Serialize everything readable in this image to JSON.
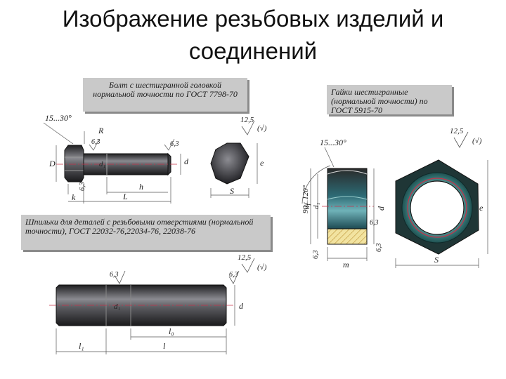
{
  "title": "Изображение резьбовых изделий и соединений",
  "captions": {
    "bolt": "Болт с шестигранной головкой нормальной точности по ГОСТ 7798-70",
    "nut": "Гайки шестигранные (нормальной точности) по ГОСТ 5915-70",
    "stud": "Шпильки для деталей с резьбовыми отверстиями (нормальной точности), ГОСТ 22032-76,22034-76, 22038-76"
  },
  "labels": {
    "bolt_angle": "15...30°",
    "bolt_R": "R",
    "bolt_63a": "6,3",
    "bolt_63b": "6,3",
    "bolt_D": "D",
    "bolt_d1": "d₁",
    "bolt_d": "d",
    "bolt_h": "h",
    "bolt_k": "k",
    "bolt_L": "L",
    "bolt_side_63": "6,3",
    "bolt_roughness": "12,5",
    "bolt_roughness_sym": "(√)",
    "hex_e": "e",
    "hex_S": "S",
    "nut_angle": "15...30°",
    "nut_angle2": "90...120°",
    "nut_df": "df",
    "nut_d1": "d₁",
    "nut_d": "d",
    "nut_e": "e",
    "nut_m": "m",
    "nut_S": "S",
    "nut_63a": "6,3",
    "nut_63b": "6,3",
    "nut_63c": "6,3",
    "nut_roughness": "12,5",
    "nut_roughness_sym": "(√)",
    "stud_63a": "6,3",
    "stud_63b": "6,3",
    "stud_roughness": "12,5",
    "stud_roughness_sym": "(√)",
    "stud_d": "d",
    "stud_d1": "d₁",
    "stud_l0": "l₀",
    "stud_l1": "l₁",
    "stud_l": "l"
  },
  "colors": {
    "metal_dark": "#2b2b2b",
    "metal_mid": "#6e6e73",
    "nut_teal": "#2e6f7a",
    "hatch": "#e8d48a",
    "dim_red": "#c8324a",
    "caption_bg": "#c9c9c9"
  }
}
